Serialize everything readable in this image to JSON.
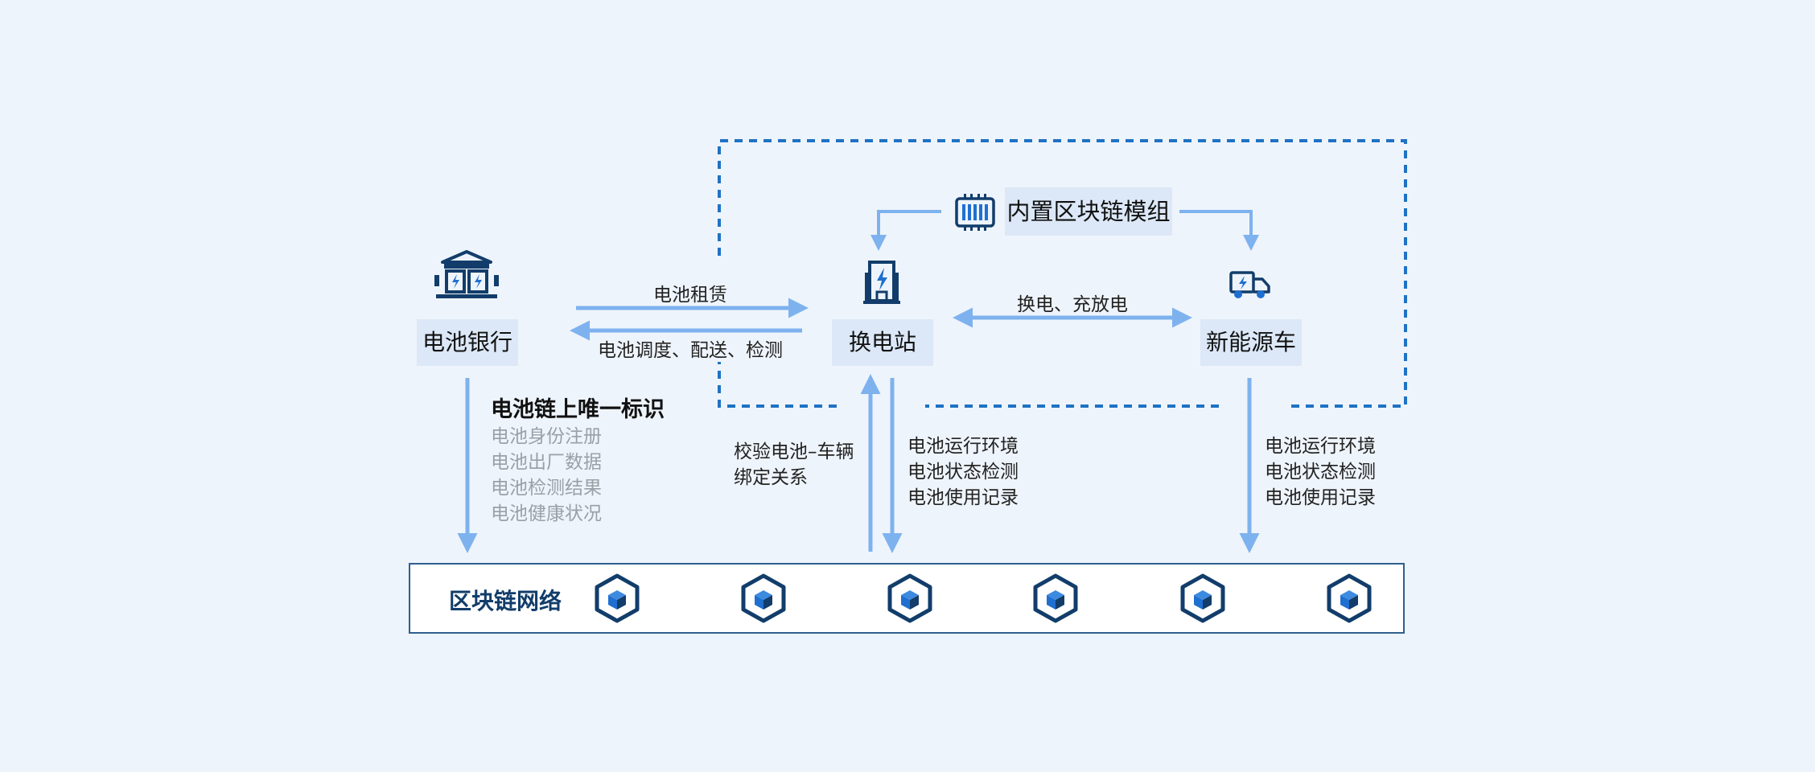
{
  "nodes": {
    "battery_bank": "电池银行",
    "swap_station": "换电站",
    "nev": "新能源车",
    "module": "内置区块链模组"
  },
  "edges": {
    "lease": "电池租赁",
    "dispatch": "电池调度、配送、检测",
    "swap_charge": "换电、充放电",
    "verify": [
      "校验电池–车辆",
      "绑定关系"
    ]
  },
  "bank_info": {
    "title": "电池链上唯一标识",
    "items": [
      "电池身份注册",
      "电池出厂数据",
      "电池检测结果",
      "电池健康状况"
    ]
  },
  "station_info": [
    "电池运行环境",
    "电池状态检测",
    "电池使用记录"
  ],
  "vehicle_info": [
    "电池运行环境",
    "电池状态检测",
    "电池使用记录"
  ],
  "network": {
    "title": "区块链网络",
    "block_icon": "blockchain-cube-icon",
    "block_count": 6
  },
  "icons": {
    "bank": "battery-bank-icon",
    "station": "charging-station-icon",
    "vehicle": "ev-truck-icon",
    "module": "chip-module-icon"
  },
  "colors": {
    "background": "#eef4fb",
    "arrow": "#7eb2ef",
    "dashed": "#1f72c4",
    "icon_dark": "#123d6b",
    "icon_blue": "#1f6fd1",
    "node_fill": "#dce8f7"
  }
}
